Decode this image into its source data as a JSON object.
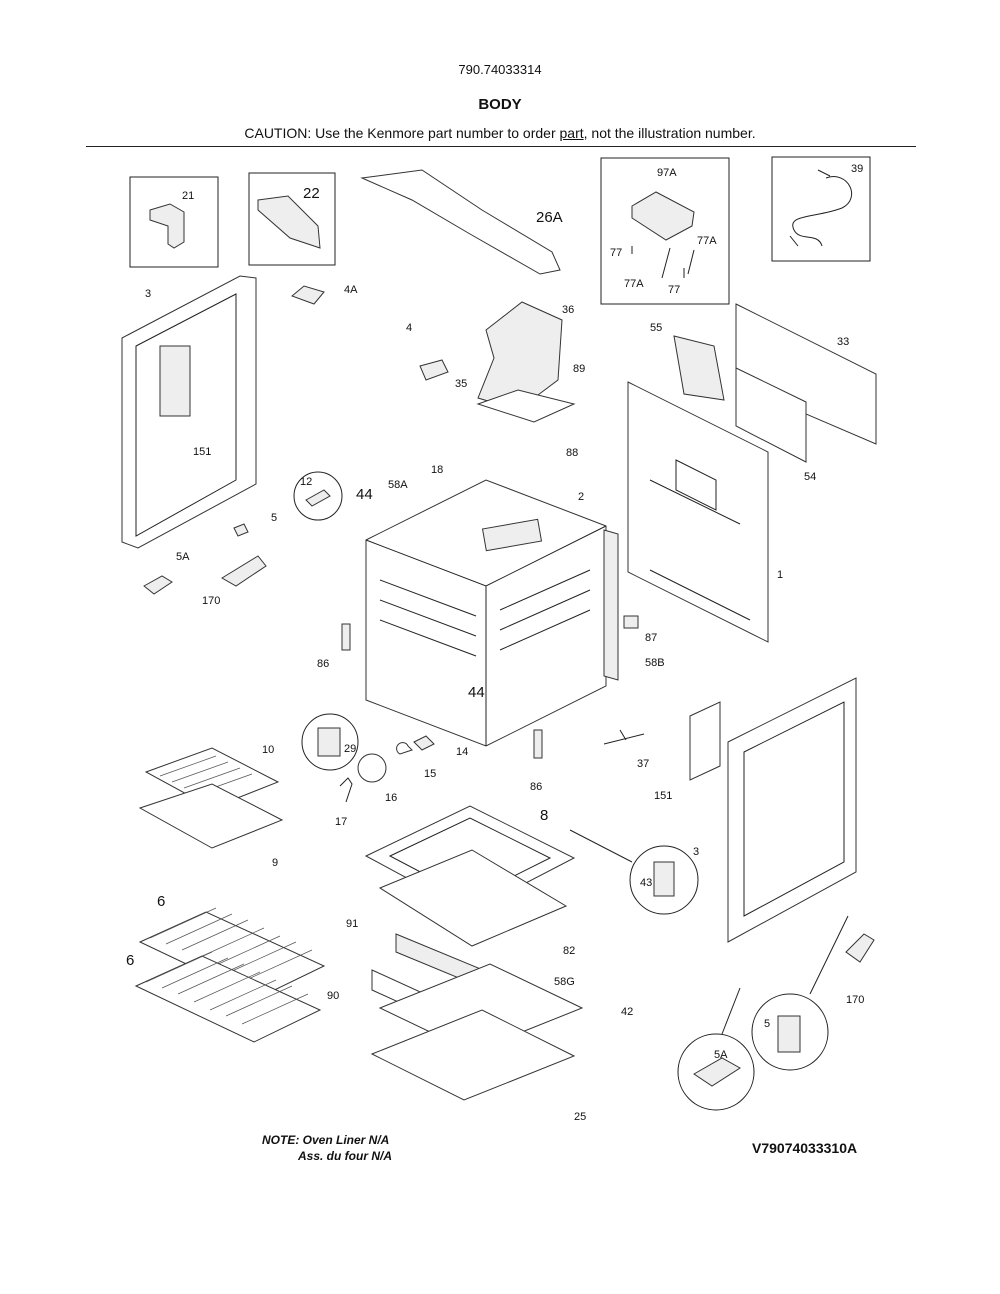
{
  "header": {
    "model_number": "790.74033314",
    "title": "BODY",
    "caution_before": "CAUTION: Use the Kenmore part number to order ",
    "caution_part": "part",
    "caution_after": ", not the illustration number."
  },
  "callouts": {
    "c21": "21",
    "c22": "22",
    "c26A": "26A",
    "c97A": "97A",
    "c77a": "77",
    "c77Ab": "77A",
    "c77Ac": "77A",
    "c77d": "77",
    "c39": "39",
    "c3a": "3",
    "c4A": "4A",
    "c36": "36",
    "c4": "4",
    "c55": "55",
    "c33": "33",
    "c35": "35",
    "c89": "89",
    "c88": "88",
    "c151a": "151",
    "c54": "54",
    "c12": "12",
    "c44a": "44",
    "c58A": "58A",
    "c18": "18",
    "c2": "2",
    "c5a": "5",
    "c1": "1",
    "c5Aa": "5A",
    "c170a": "170",
    "c87": "87",
    "c86a": "86",
    "c58B": "58B",
    "c44b": "44",
    "c10": "10",
    "c29": "29",
    "c14": "14",
    "c15": "15",
    "c86b": "86",
    "c37": "37",
    "c151b": "151",
    "c16": "16",
    "c17": "17",
    "c9": "9",
    "c8": "8",
    "c3b": "3",
    "c43": "43",
    "c6a": "6",
    "c6b": "6",
    "c91": "91",
    "c82": "82",
    "c58G": "58G",
    "c90": "90",
    "c42": "42",
    "c170b": "170",
    "c5b": "5",
    "c5Ab": "5A",
    "c25": "25"
  },
  "notes": {
    "line1": "NOTE: Oven Liner N/A",
    "line2": "Ass. du four N/A"
  },
  "diagram_code": "V79074033310A"
}
